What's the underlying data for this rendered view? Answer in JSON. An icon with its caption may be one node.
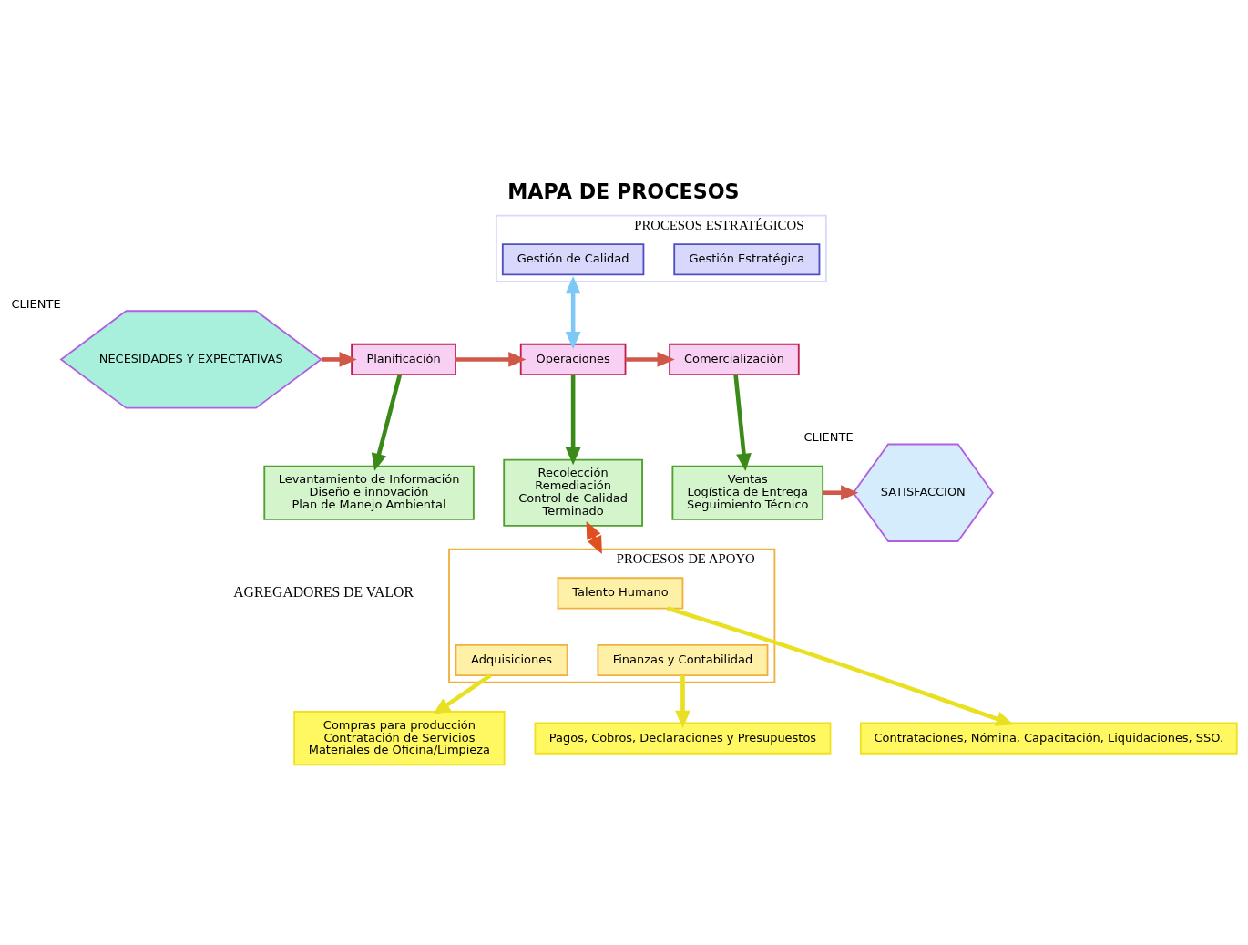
{
  "diagram": {
    "title": "MAPA DE PROCESOS",
    "nodes": [
      {
        "text": [
          "PROCESOS ESTRATÉGICOS"
        ]
      },
      {
        "text": [
          "Gestión Estratégica"
        ],
        "in": 0
      },
      {
        "text": [
          "Gestión de Calidad"
        ],
        "in": 0
      },
      {
        "text": [
          "NECESIDADES Y EXPECTATIVAS"
        ],
        "beside": [
          "CLIENTE"
        ]
      },
      {
        "text": [
          "Planificación"
        ]
      },
      {
        "text": [
          "Operaciones"
        ]
      },
      {
        "text": [
          "Comercialización"
        ]
      },
      {
        "text": [
          "Levantamiento de Información",
          "Diseño e innovación",
          "Plan de Manejo Ambiental"
        ]
      },
      {
        "text": [
          "Recolección",
          "Remediación",
          "Control de Calidad",
          "Terminado"
        ]
      },
      {
        "text": [
          "Ventas",
          "Logística de Entrega",
          "Seguimiento Técnico"
        ]
      },
      {
        "text": [
          "SATISFACCION"
        ],
        "beside": [
          "CLIENTE"
        ]
      },
      {
        "text": [
          "PROCESOS DE APOYO"
        ]
      },
      {
        "text": [
          "Talento Humano"
        ],
        "in": 11
      },
      {
        "text": [
          "Finanzas y Contabilidad"
        ],
        "in": 11
      },
      {
        "text": [
          "Adquisiciones"
        ],
        "in": 11
      },
      {
        "text": [
          "Contrataciones, Nómina, Capacitación, Liquidaciones, SSO."
        ]
      },
      {
        "text": [
          "Pagos, Cobros, Declaraciones y Presupuestos"
        ]
      },
      {
        "text": [
          "Compras para producción",
          "Contratación de Servicios",
          "Materiales de Oficina/Limpieza"
        ]
      }
    ],
    "edges": [
      {
        "from": 3,
        "to": 4,
        "arrow": "to"
      },
      {
        "from": 4,
        "to": 5,
        "arrow": "to"
      },
      {
        "from": 5,
        "to": 6,
        "arrow": "to"
      },
      {
        "from": 0,
        "to": 5,
        "arrow": "both",
        "color": "#7ec8f8"
      },
      {
        "from": 4,
        "to": 7,
        "arrow": "to",
        "color": "#3a8a1a"
      },
      {
        "from": 5,
        "to": 8,
        "arrow": "to",
        "color": "#3a8a1a"
      },
      {
        "from": 6,
        "to": 9,
        "arrow": "to",
        "color": "#3a8a1a"
      },
      {
        "from": 9,
        "to": 10,
        "arrow": "to"
      },
      {
        "from": 8,
        "to": 11,
        "arrow": "both",
        "color": "#e0501e"
      },
      {
        "from": 12,
        "to": 15,
        "arrow": "to",
        "color": "#e8e020"
      },
      {
        "from": 13,
        "to": 16,
        "arrow": "to",
        "color": "#e8e020"
      },
      {
        "from": 14,
        "to": 17,
        "arrow": "to",
        "color": "#e8e020"
      }
    ],
    "labels": [
      "AGREGADORES DE VALOR"
    ]
  }
}
